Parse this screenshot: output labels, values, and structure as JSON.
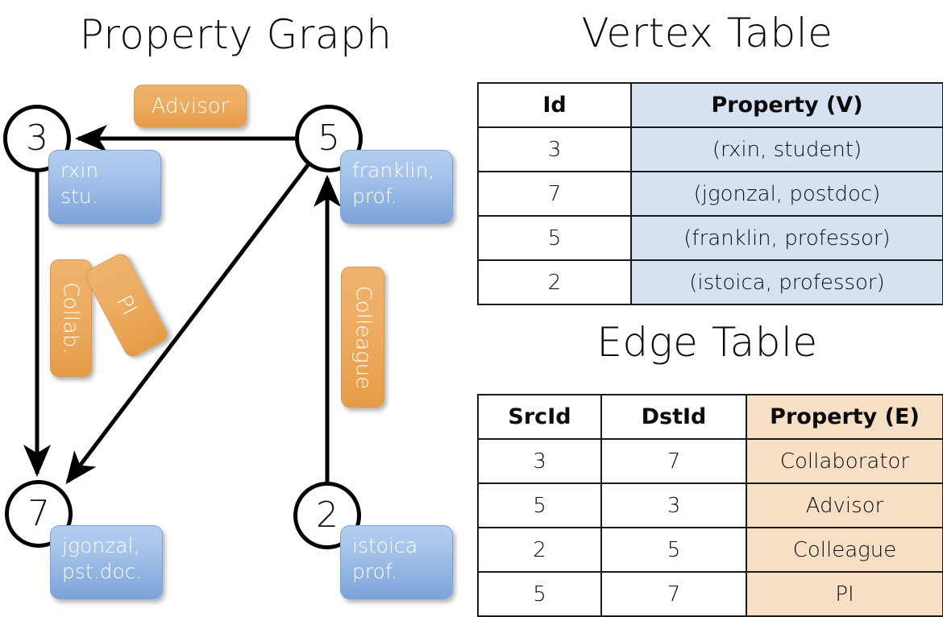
{
  "titles": {
    "property_graph": "Property Graph",
    "vertex_table": "Vertex Table",
    "edge_table": "Edge Table"
  },
  "graph": {
    "nodes": [
      {
        "id": "3",
        "name": "rxin",
        "role": "stu.",
        "label_line1": "rxin",
        "label_line2": "stu."
      },
      {
        "id": "5",
        "name": "franklin",
        "role": "prof.",
        "label_line1": "franklin,",
        "label_line2": "prof."
      },
      {
        "id": "7",
        "name": "jgonzal",
        "role": "pst.doc.",
        "label_line1": "jgonzal,",
        "label_line2": "pst.doc."
      },
      {
        "id": "2",
        "name": "istoica",
        "role": "prof.",
        "label_line1": "istoica",
        "label_line2": "prof."
      }
    ],
    "edge_labels": [
      {
        "key": "advisor",
        "text": "Advisor",
        "src": "5",
        "dst": "3"
      },
      {
        "key": "collab",
        "text": "Collab.",
        "src": "3",
        "dst": "7"
      },
      {
        "key": "pi",
        "text": "PI",
        "src": "5",
        "dst": "7"
      },
      {
        "key": "colleague",
        "text": "Colleague",
        "src": "2",
        "dst": "5"
      }
    ]
  },
  "vertex_table": {
    "headers": [
      "Id",
      "Property (V)"
    ],
    "rows": [
      {
        "id": "3",
        "property": "(rxin, student)"
      },
      {
        "id": "7",
        "property": "(jgonzal, postdoc)"
      },
      {
        "id": "5",
        "property": "(franklin, professor)"
      },
      {
        "id": "2",
        "property": "(istoica, professor)"
      }
    ]
  },
  "edge_table": {
    "headers": [
      "SrcId",
      "DstId",
      "Property (E)"
    ],
    "rows": [
      {
        "src": "3",
        "dst": "7",
        "property": "Collaborator"
      },
      {
        "src": "5",
        "dst": "3",
        "property": "Advisor"
      },
      {
        "src": "2",
        "dst": "5",
        "property": "Colleague"
      },
      {
        "src": "5",
        "dst": "7",
        "property": "PI"
      }
    ]
  },
  "colors": {
    "vertex_property_fill": "#d6e2f2",
    "edge_property_fill": "#f7dfc6",
    "node_box_blue": "#8fb4e3",
    "edge_label_orange": "#eead63",
    "stroke": "#000000",
    "background": "#ffffff"
  }
}
